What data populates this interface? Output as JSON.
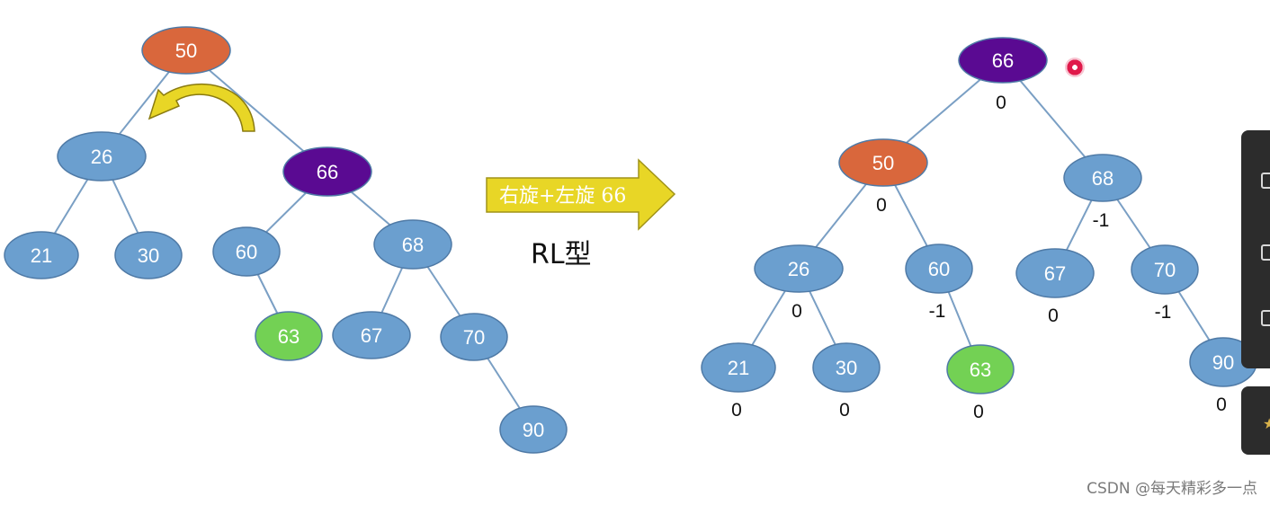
{
  "colors": {
    "default_node": "#6b9fcf",
    "root_orange": "#d9673c",
    "pivot_purple": "#5a0a92",
    "inserted_green": "#73d154",
    "edge": "#7a9fc4",
    "arrow_fill": "#e8d626"
  },
  "center": {
    "arrow_label": "右旋+左旋 66",
    "type_label": "RL型"
  },
  "before_tree": {
    "nodes": [
      {
        "id": "b50",
        "label": "50",
        "color": "root_orange"
      },
      {
        "id": "b26",
        "label": "26",
        "color": "default_node"
      },
      {
        "id": "b66",
        "label": "66",
        "color": "pivot_purple"
      },
      {
        "id": "b21",
        "label": "21",
        "color": "default_node"
      },
      {
        "id": "b30",
        "label": "30",
        "color": "default_node"
      },
      {
        "id": "b60",
        "label": "60",
        "color": "default_node"
      },
      {
        "id": "b68",
        "label": "68",
        "color": "default_node"
      },
      {
        "id": "b63",
        "label": "63",
        "color": "inserted_green"
      },
      {
        "id": "b67",
        "label": "67",
        "color": "default_node"
      },
      {
        "id": "b70",
        "label": "70",
        "color": "default_node"
      },
      {
        "id": "b90",
        "label": "90",
        "color": "default_node"
      }
    ],
    "edges": [
      [
        "b50",
        "b26"
      ],
      [
        "b50",
        "b66"
      ],
      [
        "b26",
        "b21"
      ],
      [
        "b26",
        "b30"
      ],
      [
        "b66",
        "b60"
      ],
      [
        "b66",
        "b68"
      ],
      [
        "b60",
        "b63"
      ],
      [
        "b68",
        "b67"
      ],
      [
        "b68",
        "b70"
      ],
      [
        "b70",
        "b90"
      ]
    ]
  },
  "after_tree": {
    "nodes": [
      {
        "id": "a66",
        "label": "66",
        "color": "pivot_purple",
        "bf": "0"
      },
      {
        "id": "a50",
        "label": "50",
        "color": "root_orange",
        "bf": "0"
      },
      {
        "id": "a68",
        "label": "68",
        "color": "default_node",
        "bf": "-1"
      },
      {
        "id": "a26",
        "label": "26",
        "color": "default_node",
        "bf": "0"
      },
      {
        "id": "a60",
        "label": "60",
        "color": "default_node",
        "bf": "-1"
      },
      {
        "id": "a67",
        "label": "67",
        "color": "default_node",
        "bf": "0"
      },
      {
        "id": "a70",
        "label": "70",
        "color": "default_node",
        "bf": "-1"
      },
      {
        "id": "a21",
        "label": "21",
        "color": "default_node",
        "bf": "0"
      },
      {
        "id": "a30",
        "label": "30",
        "color": "default_node",
        "bf": "0"
      },
      {
        "id": "a63",
        "label": "63",
        "color": "inserted_green",
        "bf": "0"
      },
      {
        "id": "a90",
        "label": "90",
        "color": "default_node",
        "bf": "0"
      }
    ],
    "edges": [
      [
        "a66",
        "a50"
      ],
      [
        "a66",
        "a68"
      ],
      [
        "a50",
        "a26"
      ],
      [
        "a50",
        "a60"
      ],
      [
        "a26",
        "a21"
      ],
      [
        "a26",
        "a30"
      ],
      [
        "a60",
        "a63"
      ],
      [
        "a68",
        "a67"
      ],
      [
        "a68",
        "a70"
      ],
      [
        "a70",
        "a90"
      ]
    ]
  },
  "watermark": "CSDN @每天精彩多一点",
  "icons": {
    "rotation_arrow": "curved-rotate-left-arrow-icon",
    "transform_arrow": "right-arrow-icon"
  }
}
